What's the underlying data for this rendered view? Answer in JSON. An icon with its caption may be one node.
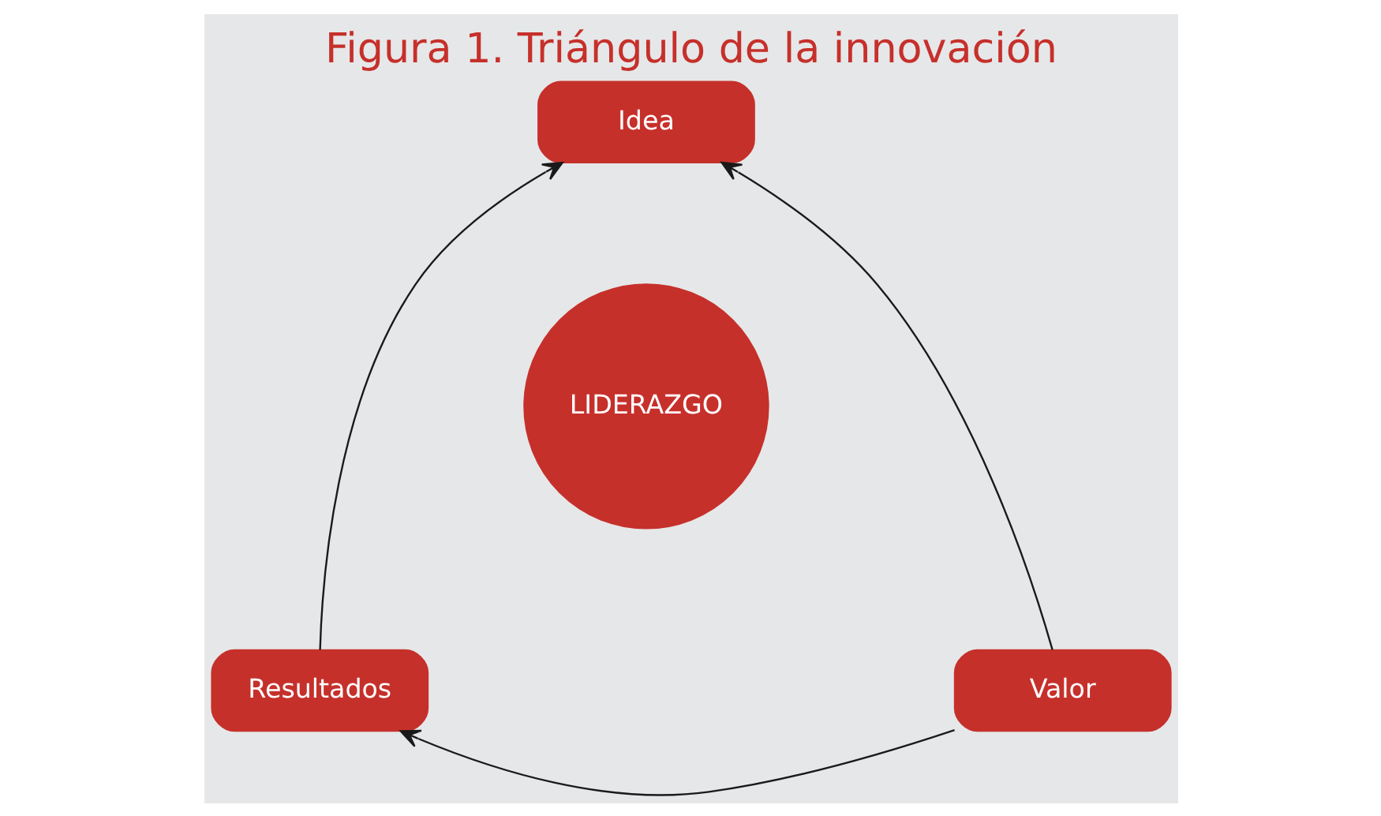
{
  "diagram": {
    "title": "Figura 1. Triángulo de la innovación",
    "nodes": [
      {
        "text": [
          "Idea"
        ]
      },
      {
        "text": [
          "LIDERAZGO"
        ]
      },
      {
        "text": [
          "Resultados"
        ]
      },
      {
        "text": [
          "Valor"
        ]
      }
    ],
    "edges": [
      {
        "from": 2,
        "to": 0,
        "arrow": "to"
      },
      {
        "from": 3,
        "to": 0,
        "arrow": "to"
      },
      {
        "from": 3,
        "to": 2,
        "arrow": "to"
      }
    ]
  }
}
